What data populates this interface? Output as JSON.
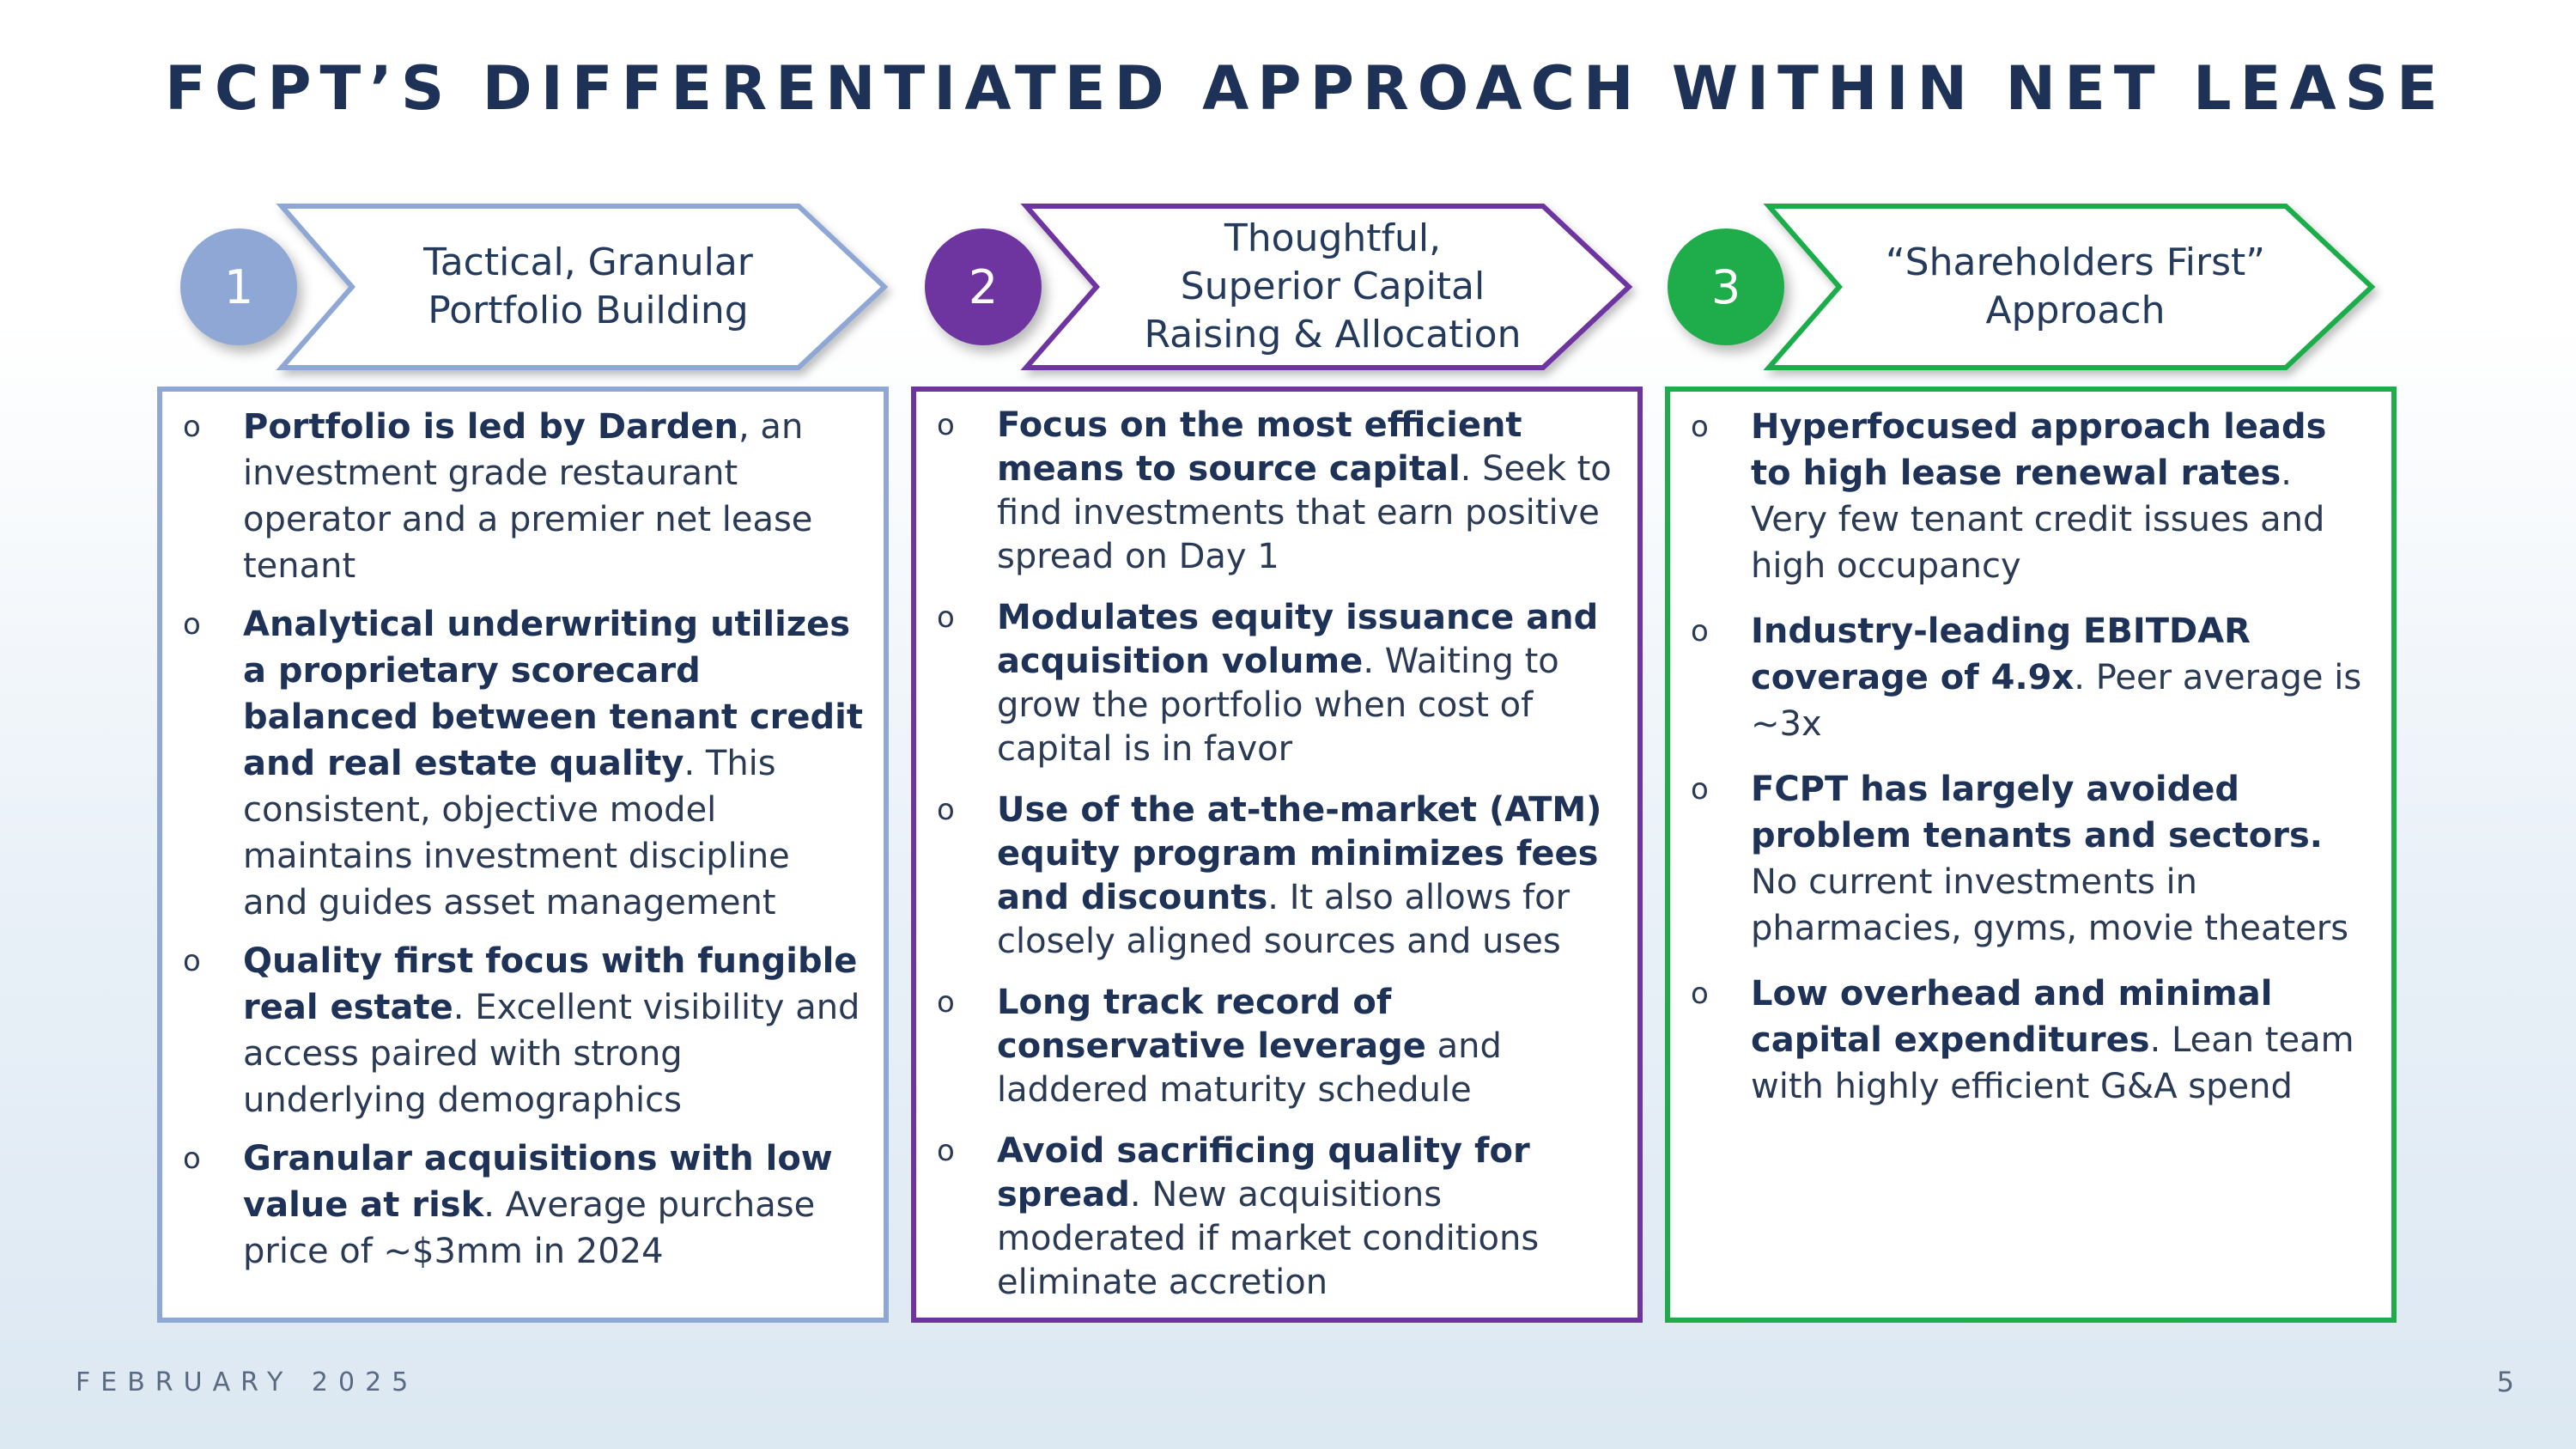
{
  "title": "FCPT’S DIFFERENTIATED APPROACH WITHIN NET LEASE",
  "columns": [
    {
      "number": "1",
      "color": "#8ea7d4",
      "label_lines": [
        "Tactical, Granular",
        "Portfolio Building"
      ],
      "bullets": [
        {
          "bold": "Portfolio is led by Darden",
          "text": ", an investment grade restaurant operator and a premier net lease tenant"
        },
        {
          "bold": "Analytical underwriting utilizes a proprietary scorecard balanced between tenant credit and real estate quality",
          "text": ". This consistent, objective model maintains investment discipline and guides asset management"
        },
        {
          "bold": "Quality first focus with fungible real estate",
          "text": ". Excellent visibility and access paired with strong underlying demographics"
        },
        {
          "bold": "Granular acquisitions with low value at risk",
          "text": ". Average purchase price of ~$3mm in 2024"
        }
      ]
    },
    {
      "number": "2",
      "color": "#6e35a0",
      "label_lines": [
        "Thoughtful,",
        "Superior Capital",
        "Raising & Allocation"
      ],
      "bullets": [
        {
          "bold": "Focus on the most efficient means to source capital",
          "text": ". Seek to find investments that earn positive spread on Day 1"
        },
        {
          "bold": "Modulates equity issuance and acquisition volume",
          "text": ". Waiting to grow the portfolio when cost of capital is in favor"
        },
        {
          "bold": "Use of the at-the-market (ATM) equity program minimizes fees and discounts",
          "text": ". It also allows for closely aligned sources and uses"
        },
        {
          "bold": "Long track record of conservative leverage",
          "text": " and laddered maturity schedule"
        },
        {
          "bold": "Avoid sacrificing quality for spread",
          "text": ". New acquisitions moderated if market conditions eliminate accretion"
        }
      ]
    },
    {
      "number": "3",
      "color": "#1fad4b",
      "label_lines": [
        "“Shareholders First”",
        "Approach"
      ],
      "bullets": [
        {
          "bold": "Hyperfocused approach leads to high lease renewal rates",
          "text": ". Very few tenant credit issues and high occupancy"
        },
        {
          "bold": "Industry-leading EBITDAR coverage of 4.9x",
          "text": ".  Peer average is ~3x"
        },
        {
          "bold": "FCPT has largely avoided problem tenants and sectors.",
          "text": " No current investments in pharmacies, gyms, movie theaters"
        },
        {
          "bold": "Low overhead and minimal capital expenditures",
          "text": ". Lean team with highly efficient G&A spend"
        }
      ]
    }
  ],
  "bullet_glyph": "o",
  "footer": {
    "date": "FEBRUARY 2025",
    "page": "5"
  }
}
